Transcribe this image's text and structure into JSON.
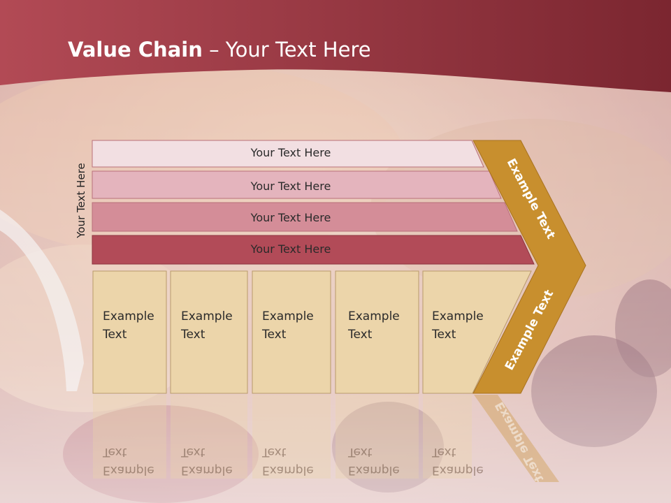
{
  "slide": {
    "title_bold": "Value Chain",
    "title_rest": " – Your Text Here",
    "side_label": "Your Text Here"
  },
  "rows": [
    {
      "label": "Your Text Here",
      "color": "#f2dfe2"
    },
    {
      "label": "Your Text Here",
      "color": "#e4b4bd"
    },
    {
      "label": "Your Text Here",
      "color": "#d48d98"
    },
    {
      "label": "Your Text Here",
      "color": "#b24b58"
    }
  ],
  "columns": [
    {
      "line1": "Example",
      "line2": "Text"
    },
    {
      "line1": "Example",
      "line2": "Text"
    },
    {
      "line1": "Example",
      "line2": "Text"
    },
    {
      "line1": "Example",
      "line2": "Text"
    },
    {
      "line1": "Example",
      "line2": "Text"
    }
  ],
  "chevron": {
    "upper_label": "Example Text",
    "lower_label": "Example Text",
    "color": "#c88f2e"
  },
  "colors": {
    "header": "#9b3541",
    "cell_fill": "#ecd5aa"
  }
}
